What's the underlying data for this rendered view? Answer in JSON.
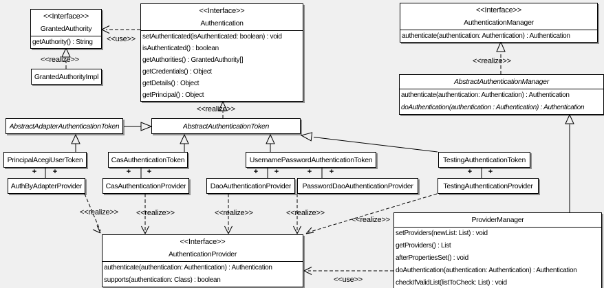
{
  "diagram": {
    "background_color": "#f0f0f0",
    "box_fill_color": "#ffffff",
    "line_color": "#000000"
  },
  "labels": {
    "use": "<<use>>",
    "realize": "<<realize>>",
    "plus": "+"
  },
  "classes": {
    "granted_authority": {
      "stereotype": "<<Interface>>",
      "name": "GrantedAuthority",
      "methods": [
        "getAuthority() : String"
      ]
    },
    "granted_authority_impl": {
      "name": "GrantedAuthorityImpl"
    },
    "authentication": {
      "stereotype": "<<Interface>>",
      "name": "Authentication",
      "methods": [
        "setAuthenticated(isAuthenticated: boolean) : void",
        "isAuthenticated() : boolean",
        "getAuthorities() : GrantedAuthority[]",
        "getCredentials() : Object",
        "getDetails() : Object",
        "getPrincipal() : Object"
      ]
    },
    "authentication_manager": {
      "stereotype": "<<Interface>>",
      "name": "AuthenticationManager",
      "methods": [
        "authenticate(authentication: Authentication) : Authentication"
      ]
    },
    "abstract_authentication_manager": {
      "name": "AbstractAuthenticationManager",
      "methods": [
        "authenticate(authentication: Authentication) : Authentication",
        "doAuthentication(authentication : Authentication) : Authentication"
      ]
    },
    "abstract_adapter_authentication_token": {
      "name": "AbstractAdapterAuthenticationToken"
    },
    "abstract_authentication_token": {
      "name": "AbstractAuthenticationToken"
    },
    "principal_acegi_user_token": {
      "name": "PrincipalAcegiUserToken"
    },
    "cas_authentication_token": {
      "name": "CasAuthenticationToken"
    },
    "username_password_authentication_token": {
      "name": "UsernamePasswordAuthenticationToken"
    },
    "testing_authentication_token": {
      "name": "TestingAuthenticationToken"
    },
    "auth_by_adapter_provider": {
      "name": "AuthByAdapterProvider"
    },
    "cas_authentication_provider": {
      "name": "CasAuthenticationProvider"
    },
    "dao_authentication_provider": {
      "name": "DaoAuthenticationProvider"
    },
    "password_dao_authentication_provider": {
      "name": "PasswordDaoAuthenticationProvider"
    },
    "testing_authentication_provider": {
      "name": "TestingAuthenticationProvider"
    },
    "authentication_provider": {
      "stereotype": "<<Interface>>",
      "name": "AuthenticationProvider",
      "methods": [
        "authenticate(authentication: Authentication) : Authentication",
        "supports(authentication: Class) : boolean"
      ]
    },
    "provider_manager": {
      "name": "ProviderManager",
      "methods": [
        "setProviders(newList: List) : void",
        "getProviders() : List",
        "afterPropertiesSet() : void",
        "doAuthentication(authentication: Authentication) : Authentication",
        "checkIfValidList(listToCheck: List) : void"
      ]
    }
  }
}
